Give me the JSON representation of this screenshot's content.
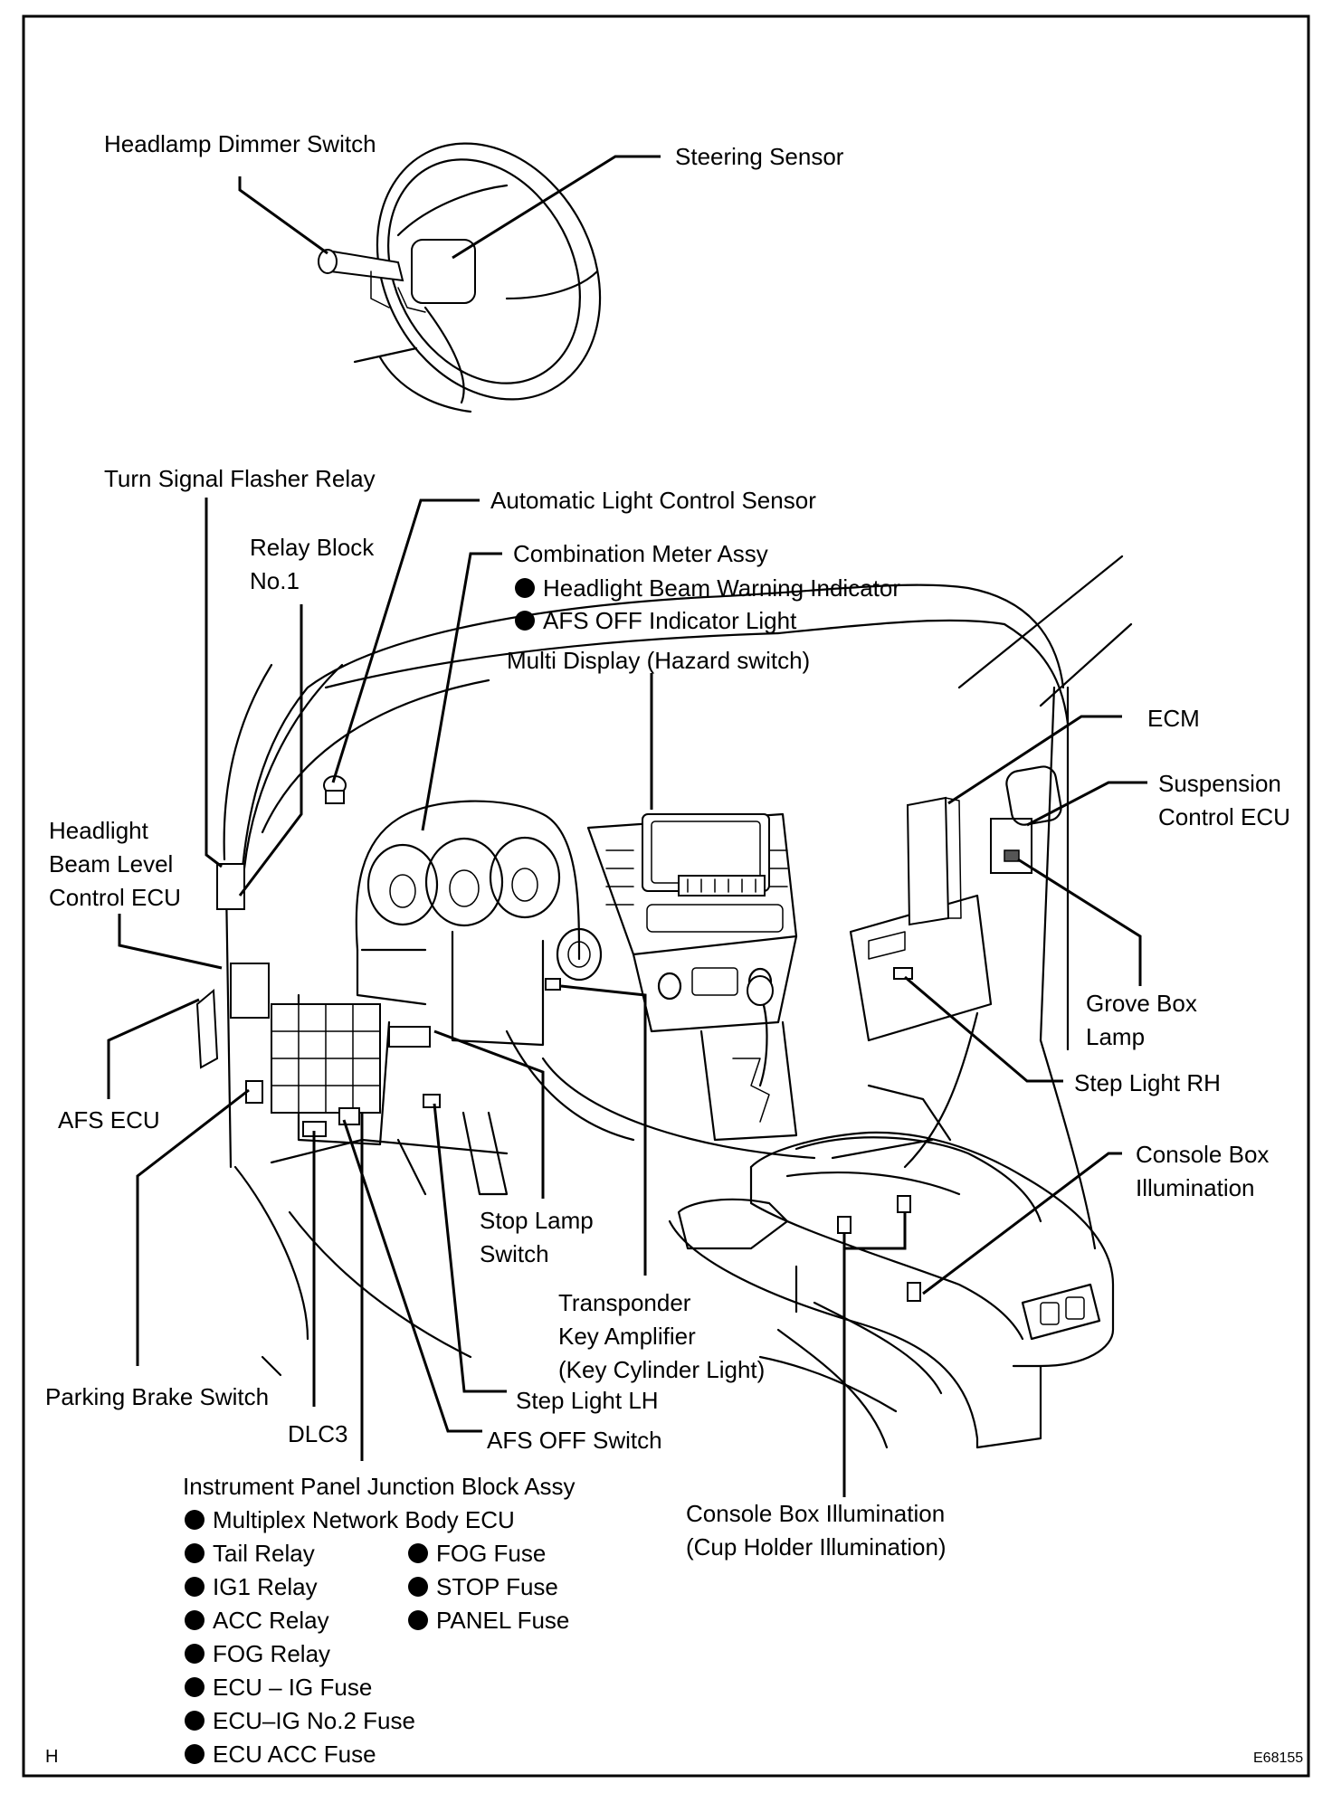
{
  "labels": {
    "headlamp_dimmer_switch": "Headlamp Dimmer Switch",
    "steering_sensor": "Steering Sensor",
    "turn_signal_flasher_relay": "Turn Signal Flasher Relay",
    "automatic_light_control_sensor": "Automatic Light Control Sensor",
    "relay_block": [
      "Relay Block",
      "No.1"
    ],
    "combination_meter_assy": "Combination Meter Assy",
    "combination_meter_items": [
      "Headlight Beam Warning Indicator",
      "AFS OFF Indicator Light"
    ],
    "multi_display": "Multi Display (Hazard switch)",
    "ecm": "ECM",
    "suspension_control_ecu": [
      "Suspension",
      "Control ECU"
    ],
    "headlight_beam_level_control_ecu": [
      "Headlight",
      "Beam Level",
      "Control ECU"
    ],
    "grove_box_lamp": [
      "Grove Box",
      "Lamp"
    ],
    "step_light_rh": "Step Light RH",
    "afs_ecu": "AFS ECU",
    "console_box_illumination": [
      "Console Box",
      "Illumination"
    ],
    "stop_lamp_switch": [
      "Stop Lamp",
      "Switch"
    ],
    "transponder_key_amplifier": [
      "Transponder",
      "Key Amplifier",
      "(Key Cylinder Light)"
    ],
    "parking_brake_switch": "Parking Brake Switch",
    "step_light_lh": "Step Light LH",
    "dlc3": "DLC3",
    "afs_off_switch": "AFS OFF Switch",
    "console_box_illumination_cup": [
      "Console Box Illumination",
      "(Cup Holder Illumination)"
    ],
    "junction_block_title": "Instrument Panel Junction Block Assy",
    "junction_block_items_left": [
      "Multiplex Network Body ECU",
      "Tail Relay",
      "IG1 Relay",
      "ACC Relay",
      "FOG Relay",
      "ECU – IG Fuse",
      "ECU–IG No.2 Fuse",
      "ECU ACC Fuse"
    ],
    "junction_block_items_right": [
      "FOG Fuse",
      "STOP Fuse",
      "PANEL Fuse"
    ]
  },
  "corner_left": "H",
  "figure_id": "E68155"
}
